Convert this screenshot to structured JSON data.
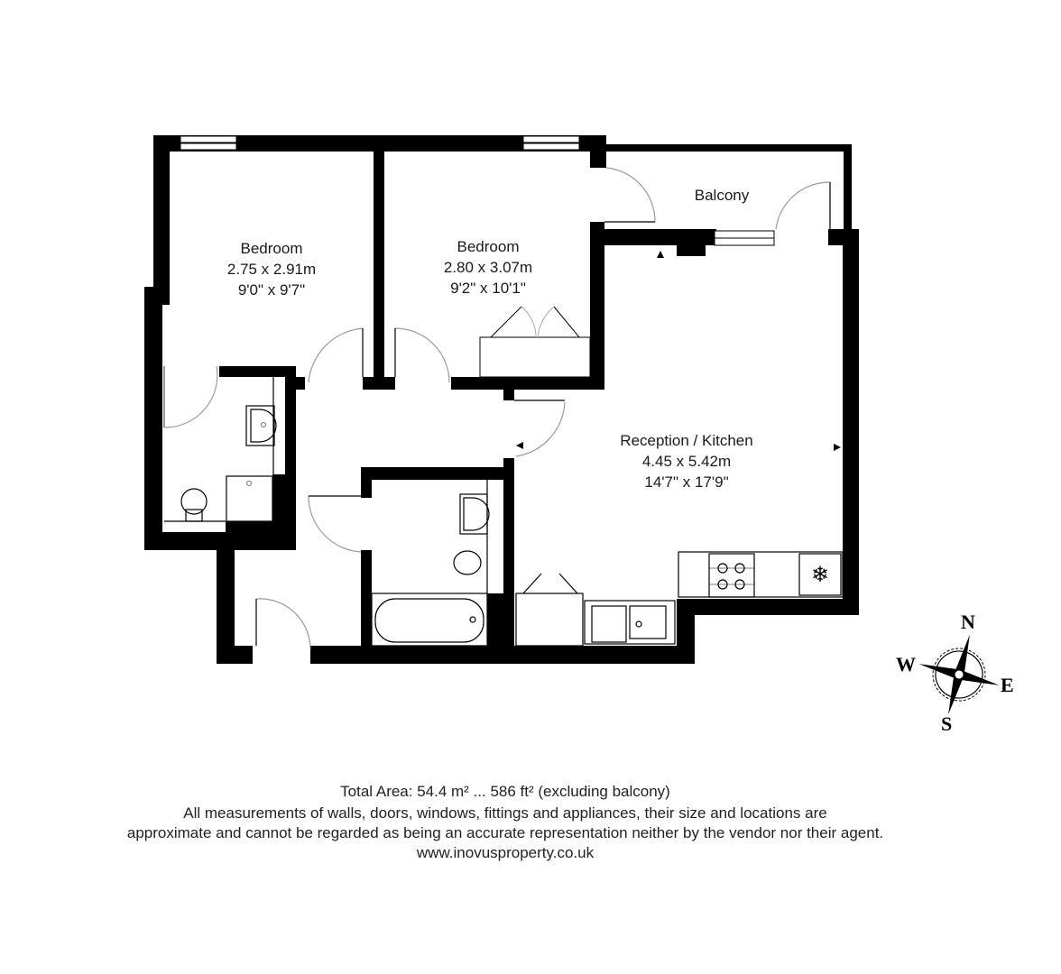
{
  "rooms": {
    "bedroom1": {
      "name": "Bedroom",
      "metric": "2.75 x 2.91m",
      "imperial": "9'0\" x 9'7\""
    },
    "bedroom2": {
      "name": "Bedroom",
      "metric": "2.80 x 3.07m",
      "imperial": "9'2\" x 10'1\""
    },
    "balcony": {
      "name": "Balcony"
    },
    "reception": {
      "name": "Reception / Kitchen",
      "metric": "4.45 x 5.42m",
      "imperial": "14'7\" x 17'9\""
    }
  },
  "compass": {
    "north": "N",
    "south": "S",
    "east": "E",
    "west": "W"
  },
  "footer": {
    "total_area": "Total Area: 54.4 m² ... 586 ft² (excluding balcony)",
    "disclaimer_line1": "All measurements of walls, doors, windows, fittings and appliances, their size and locations are",
    "disclaimer_line2": "approximate and cannot be regarded as being an accurate representation neither by the vendor nor their agent.",
    "website": "www.inovusproperty.co.uk"
  },
  "colors": {
    "wall": "#000000",
    "background": "#ffffff",
    "door_arc": "#9a9a9a",
    "text": "#1a1a1a"
  }
}
